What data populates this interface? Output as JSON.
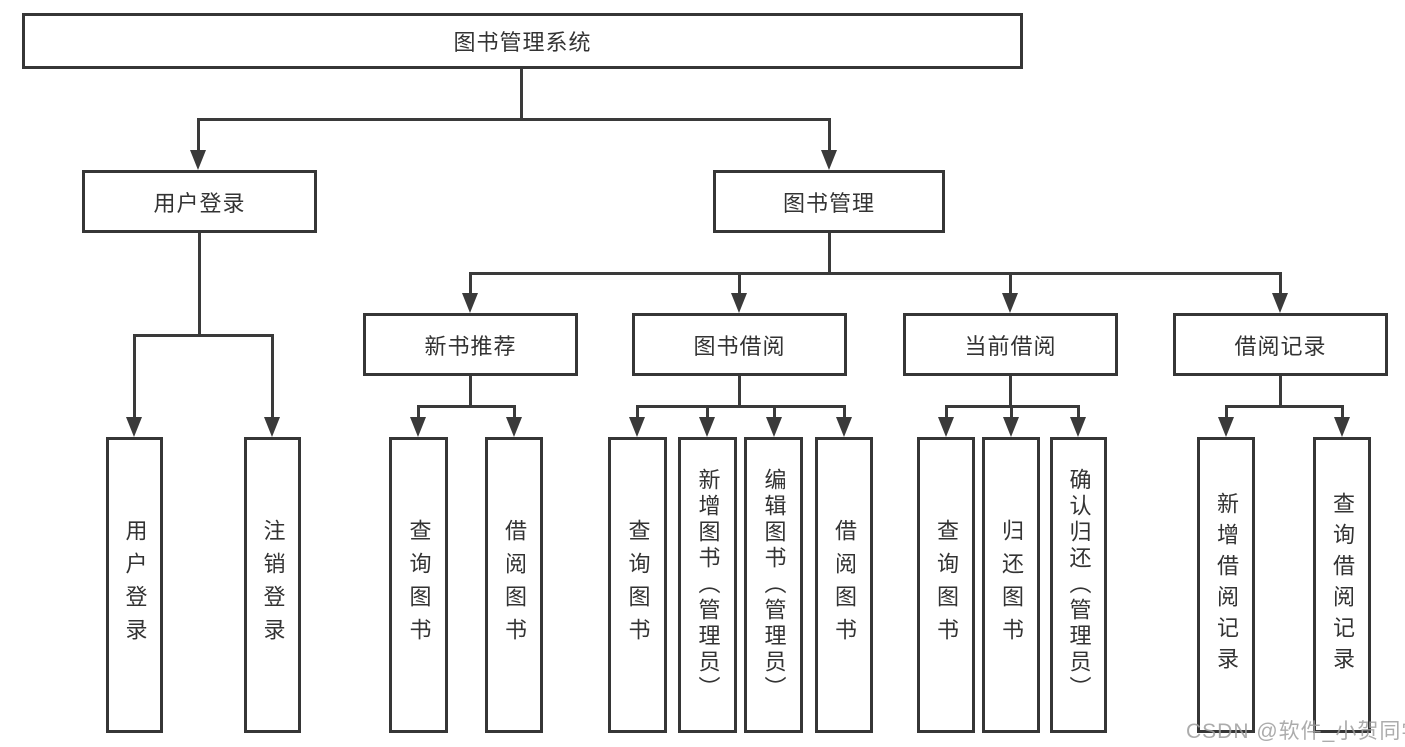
{
  "diagram": {
    "title": "图书管理系统",
    "level2": [
      {
        "label": "用户登录"
      },
      {
        "label": "图书管理"
      }
    ],
    "level3": [
      {
        "label": "新书推荐"
      },
      {
        "label": "图书借阅"
      },
      {
        "label": "当前借阅"
      },
      {
        "label": "借阅记录"
      }
    ],
    "leaves": [
      {
        "label": "用户登录"
      },
      {
        "label": "注销登录"
      },
      {
        "label": "查询图书"
      },
      {
        "label": "借阅图书"
      },
      {
        "label": "查询图书"
      },
      {
        "label": "新增图书（管理员）"
      },
      {
        "label": "编辑图书（管理员）"
      },
      {
        "label": "借阅图书"
      },
      {
        "label": "查询图书"
      },
      {
        "label": "归还图书"
      },
      {
        "label": "确认归还（管理员）"
      },
      {
        "label": "新增借阅记录"
      },
      {
        "label": "查询借阅记录"
      }
    ],
    "colors": {
      "line": "#3a3a3a",
      "text": "#333333",
      "background": "#ffffff",
      "watermark": "#9e9e9e"
    }
  },
  "watermark": {
    "text": "CSDN @软件_小贺同学"
  }
}
